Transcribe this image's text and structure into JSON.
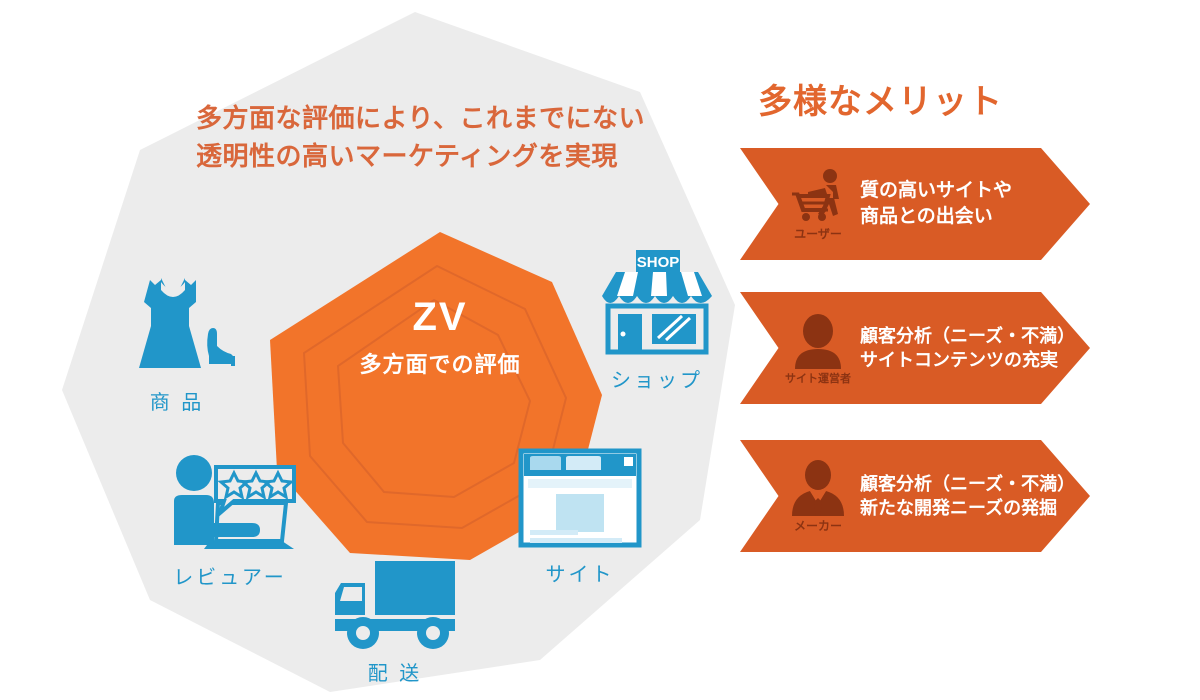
{
  "colors": {
    "orange_bright": "#F2742A",
    "orange_arrow": "#D95B25",
    "orange_heading": "#D9673B",
    "orange_title": "#E2662E",
    "blue": "#2196C9",
    "blue_light": "#BFE3F2",
    "grey_backdrop": "#ECECEC",
    "persona_label": "#8C3312"
  },
  "diagram": {
    "headline": "多方面な評価により、これまでにない\n透明性の高いマーケティングを実現",
    "center": {
      "title": "ZV",
      "subtitle": "多方面での評価"
    },
    "nodes": [
      {
        "id": "product",
        "label": "商 品",
        "icon": "dress-and-heel-icon"
      },
      {
        "id": "reviewer",
        "label": "レビュアー",
        "icon": "reviewer-laptop-stars-icon"
      },
      {
        "id": "delivery",
        "label": "配 送",
        "icon": "delivery-truck-icon"
      },
      {
        "id": "site",
        "label": "サイト",
        "icon": "browser-window-icon"
      },
      {
        "id": "shop",
        "label": "ショップ",
        "icon": "storefront-icon",
        "sign_text": "SHOP"
      }
    ]
  },
  "benefits": {
    "title": "多様なメリット",
    "items": [
      {
        "persona": "ユーザー",
        "icon": "shopping-cart-person-icon",
        "text": "質の高いサイトや\n商品との出会い"
      },
      {
        "persona": "サイト運営者",
        "icon": "person-avatar-icon",
        "text": "顧客分析（ニーズ・不満）\nサイトコンテンツの充実"
      },
      {
        "persona": "メーカー",
        "icon": "businessman-suit-icon",
        "text": "顧客分析（ニーズ・不満）\n新たな開発ニーズの発掘"
      }
    ]
  }
}
